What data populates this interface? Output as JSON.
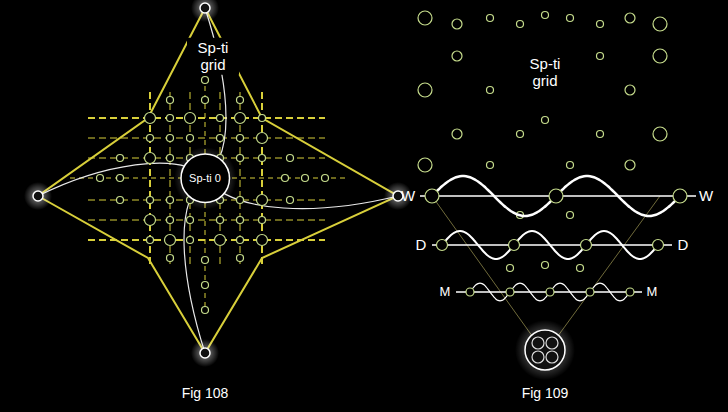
{
  "diagram": {
    "nodes": [
      {
        "text": [
          "Sp-ti 0"
        ]
      }
    ],
    "labels": [
      "Sp-ti grid",
      "Fig 108",
      "W",
      "W",
      "D",
      "D",
      "M",
      "M",
      "Sp-ti grid",
      "Fig 109"
    ]
  }
}
